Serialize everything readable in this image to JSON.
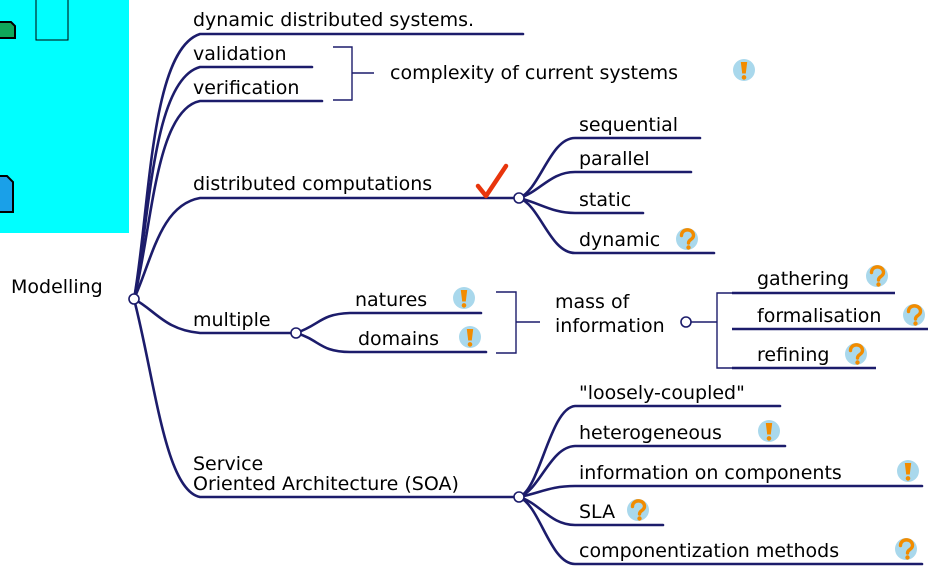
{
  "colors": {
    "panel": "#00ffff",
    "branch": "#1c1c6b",
    "check": "#e8350c",
    "icon_circle": "#a9d8ec",
    "icon_symbol": "#f28c00",
    "doc_green": "#0fa85a",
    "doc_blue": "#1aa0e8"
  },
  "icons": {
    "exclamation": "exclamation-icon",
    "question": "question-icon",
    "check": "check-mark-icon",
    "document": "document-icon"
  },
  "map": {
    "root": "Modelling",
    "dynamic": "dynamic distributed systems.",
    "validation": "validation",
    "verification": "verification",
    "complexity": "complexity of current systems",
    "distributed": "distributed computations",
    "sequential": "sequential",
    "parallel": "parallel",
    "static": "static",
    "dynamic_child": "dynamic",
    "multiple": "multiple",
    "natures": "natures",
    "domains": "domains",
    "mass_line1": "mass of",
    "mass_line2": "information",
    "gathering": "gathering",
    "formalisation": "formalisation",
    "refining": "refining",
    "soa_line1": "Service",
    "soa_line2": "Oriented Architecture (SOA)",
    "loosely": "\"loosely-coupled\"",
    "heterogeneous": "heterogeneous",
    "info_components": "information on components",
    "sla": "SLA",
    "componentization": "componentization methods"
  }
}
